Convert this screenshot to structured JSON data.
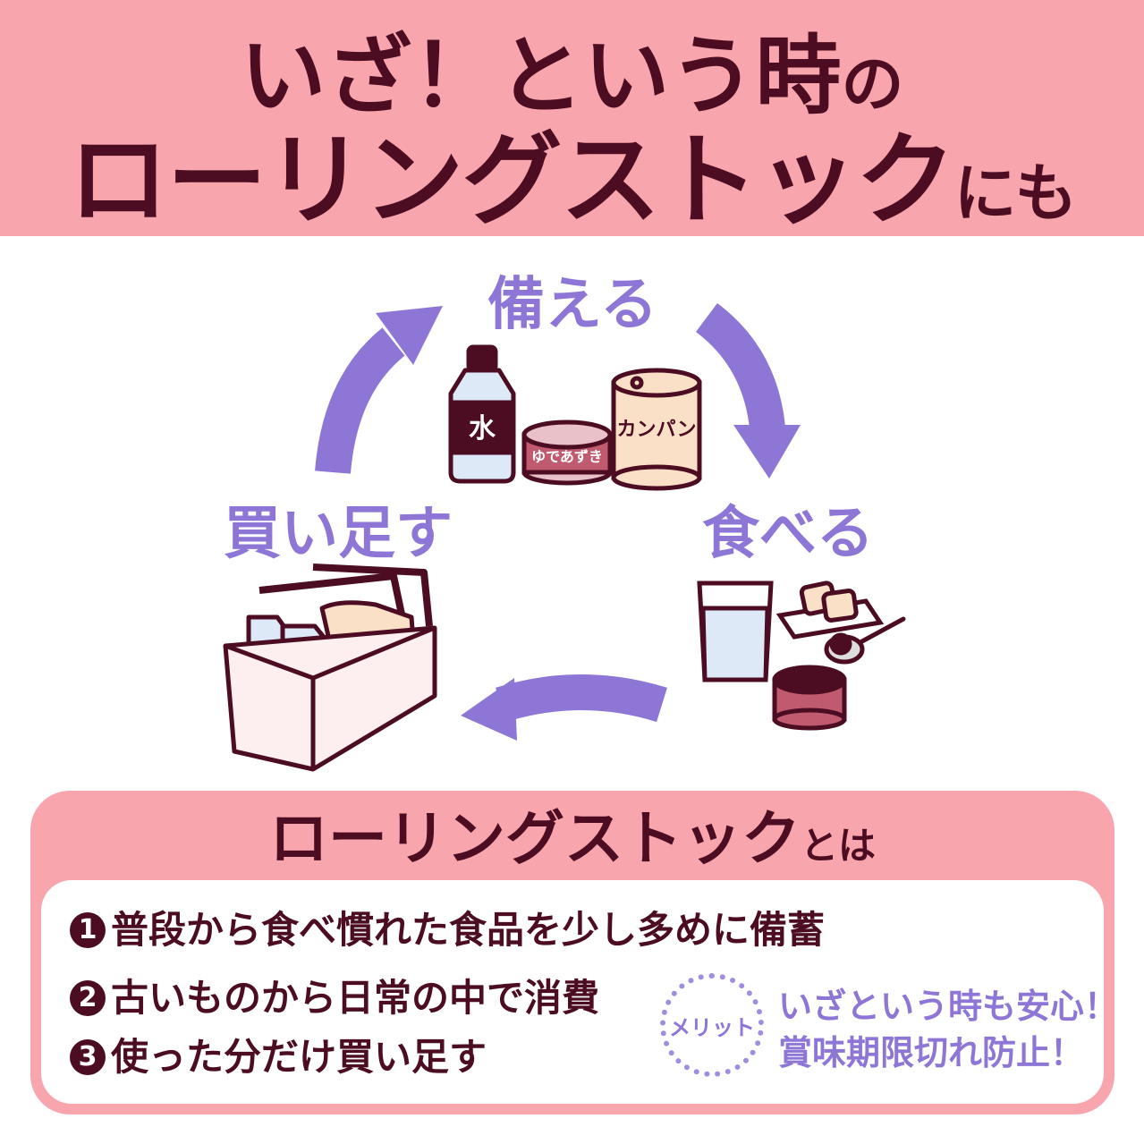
{
  "header": {
    "line1_main": "いざ！という時",
    "line1_suffix": "の",
    "line2_main": "ローリングストック",
    "line2_suffix": "にも"
  },
  "cycle": {
    "steps": [
      "備える",
      "食べる",
      "買い足す"
    ],
    "items": {
      "water_label": "水",
      "azuki_label": "ゆであずき",
      "kanpan_label": "カンパン"
    }
  },
  "definition": {
    "title_main": "ローリングストック",
    "title_suffix": "とは",
    "items": [
      {
        "num": "1",
        "text": "普段から食べ慣れた食品を少し多めに備蓄"
      },
      {
        "num": "2",
        "text": "古いものから日常の中で消費"
      },
      {
        "num": "3",
        "text": "使った分だけ買い足す"
      }
    ],
    "merit_label": "メリット",
    "merits": [
      "いざという時も安心！",
      "賞味期限切れ防止！"
    ]
  },
  "colors": {
    "pink": "#f8a5ad",
    "maroon": "#4c0d23",
    "purple": "#8e76d6"
  }
}
